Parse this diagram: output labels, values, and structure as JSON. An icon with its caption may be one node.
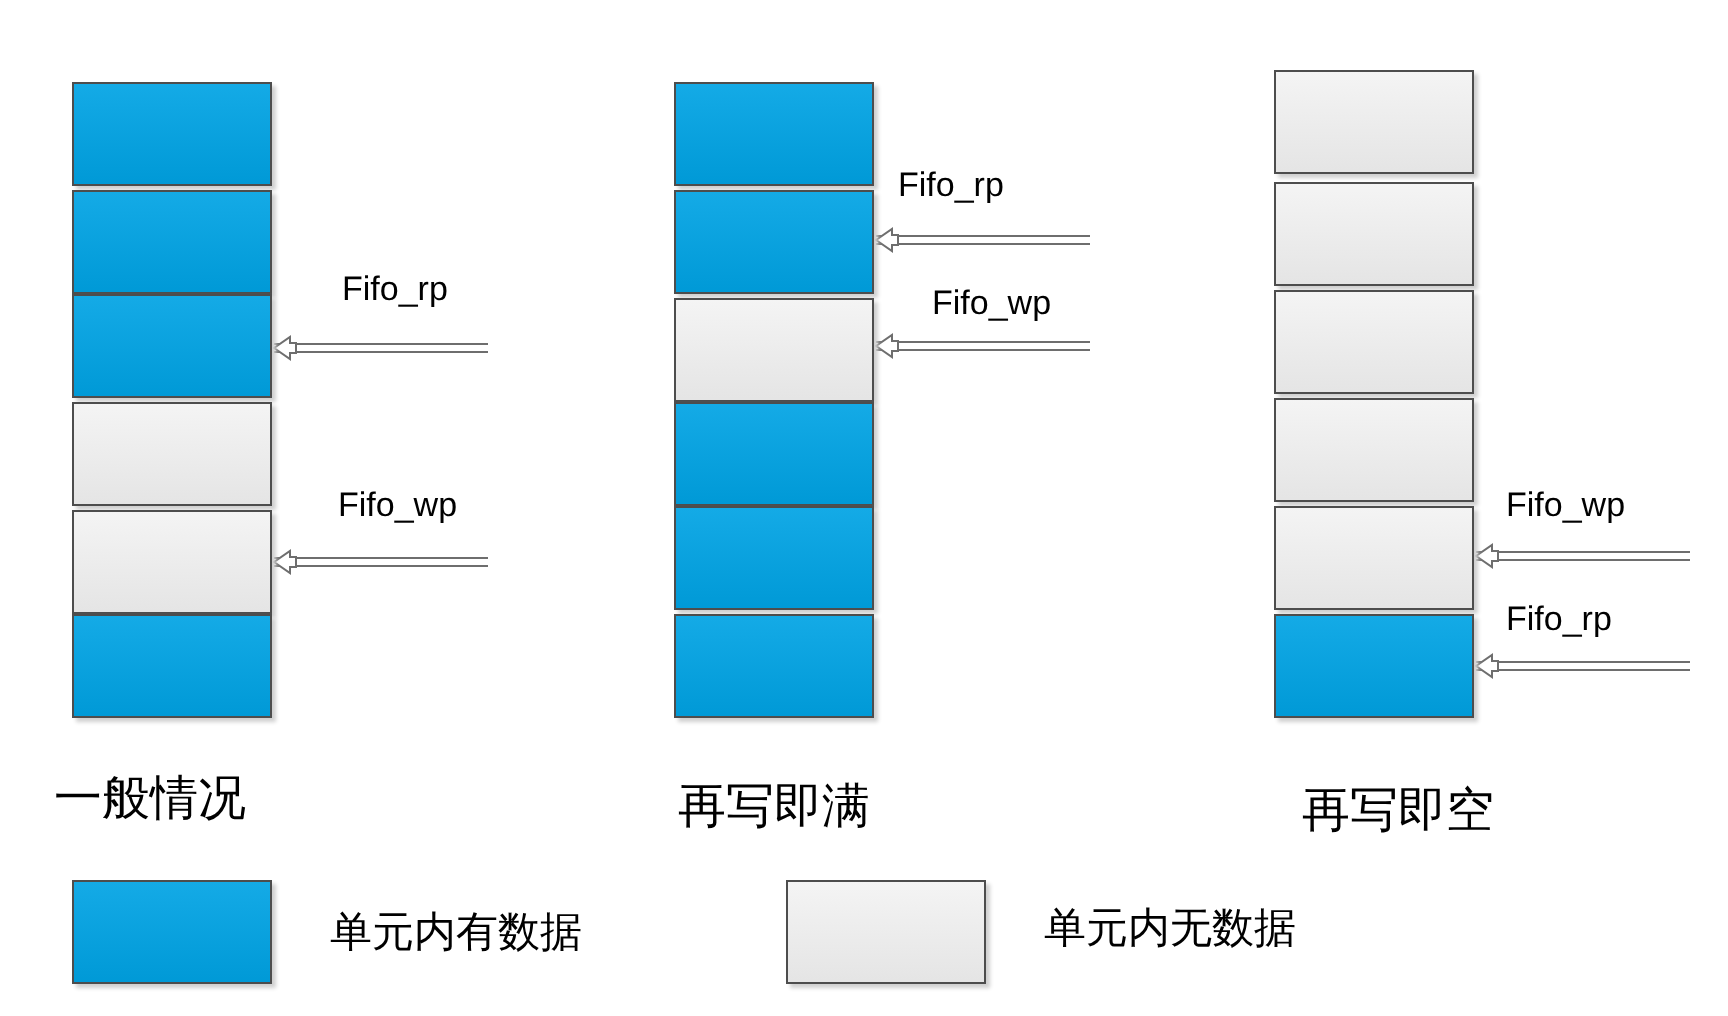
{
  "diagram": {
    "nodes": [
      {
        "text": [],
        "shape": "box"
      },
      {
        "text": [],
        "shape": "box"
      },
      {
        "text": [],
        "shape": "box"
      },
      {
        "text": [],
        "shape": "box"
      },
      {
        "text": [],
        "shape": "box"
      },
      {
        "text": [],
        "shape": "box"
      },
      {
        "text": [],
        "shape": "box"
      },
      {
        "text": [],
        "shape": "box"
      },
      {
        "text": [],
        "shape": "box"
      },
      {
        "text": [],
        "shape": "box"
      },
      {
        "text": [],
        "shape": "box"
      },
      {
        "text": [],
        "shape": "box"
      },
      {
        "text": [],
        "shape": "box"
      },
      {
        "text": [],
        "shape": "box"
      },
      {
        "text": [],
        "shape": "box"
      },
      {
        "text": [],
        "shape": "box"
      },
      {
        "text": [],
        "shape": "box"
      },
      {
        "text": [],
        "shape": "box"
      }
    ],
    "edges": [
      {
        "from": null,
        "to": 2,
        "arrow": "to",
        "label": "Fifo_rp"
      },
      {
        "from": null,
        "to": 4,
        "arrow": "to",
        "label": "Fifo_wp"
      },
      {
        "from": null,
        "to": 7,
        "arrow": "to",
        "label": "Fifo_rp"
      },
      {
        "from": null,
        "to": 8,
        "arrow": "to",
        "label": "Fifo_wp"
      },
      {
        "from": null,
        "to": 16,
        "arrow": "to",
        "label": "Fifo_wp"
      },
      {
        "from": null,
        "to": 17,
        "arrow": "to",
        "label": "Fifo_rp"
      }
    ],
    "labels": [
      "一般情况",
      "再写即满",
      "再写即空"
    ],
    "legend": [
      {
        "text": "单元内有数据",
        "color": "#00a3e4"
      },
      {
        "text": "单元内无数据",
        "color": "#f3f3f3"
      }
    ]
  }
}
